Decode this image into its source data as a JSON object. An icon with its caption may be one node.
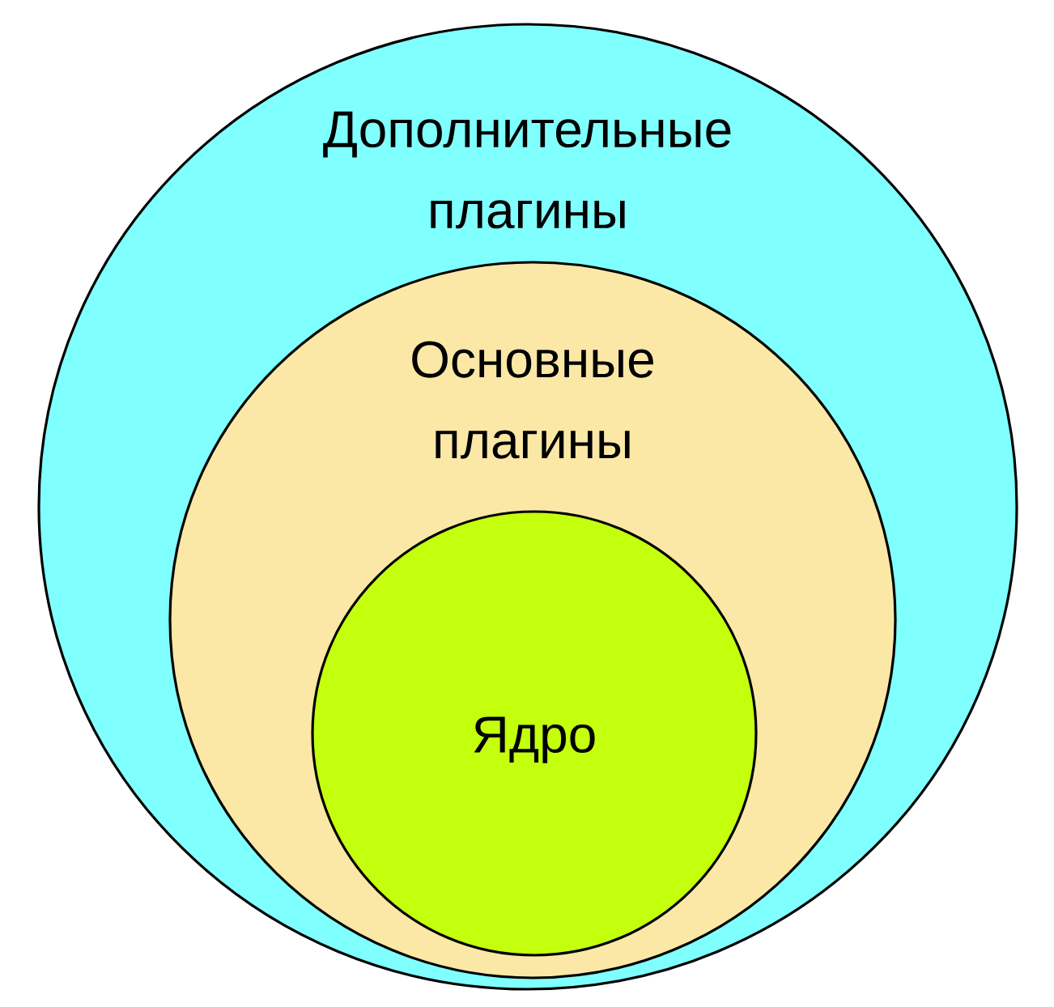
{
  "diagram": {
    "nodes": [
      {
        "text": [
          "Дополнительные плагины"
        ]
      },
      {
        "text": [
          "Основные плагины"
        ],
        "in": 0
      },
      {
        "text": [
          "Ядро"
        ],
        "in": 1
      }
    ]
  }
}
